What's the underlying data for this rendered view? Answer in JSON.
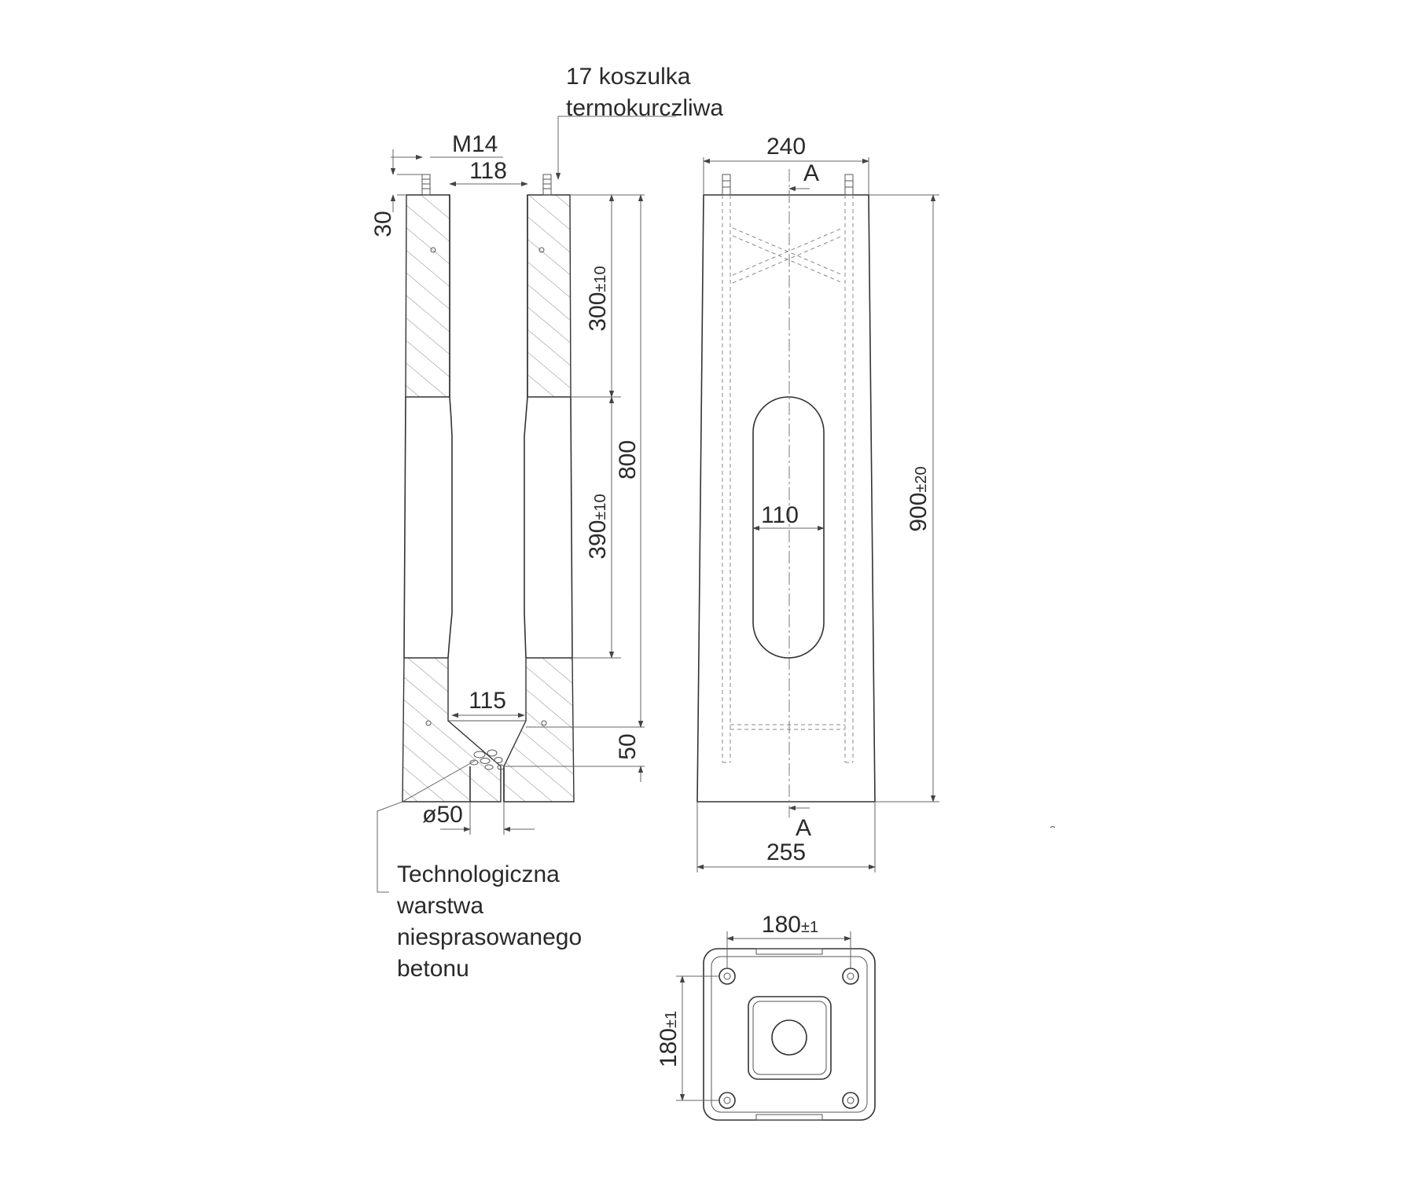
{
  "labels": {
    "sleeve_line1": "17 koszulka",
    "sleeve_line2": "termokurczliwa",
    "thread": "M14",
    "inner_top": "118",
    "bolt_height": "30",
    "upper_len": "300",
    "upper_tol": "±10",
    "mid_len": "390",
    "mid_tol": "±10",
    "total_inner": "800",
    "bottom_offset": "50",
    "inner_bottom": "115",
    "drain_dia": "ø50",
    "note_line1": "Technologiczna",
    "note_line2": "warstwa",
    "note_line3": "niesprasowanego",
    "note_line4": "betonu",
    "top_width": "240",
    "section_top": "A",
    "section_bottom": "A",
    "bottom_width": "255",
    "slot_width": "110",
    "height_total": "900",
    "height_tol": "±20",
    "bolt_spacing_h": "180",
    "bolt_spacing_h_tol": "±1",
    "bolt_spacing_v": "180",
    "bolt_spacing_v_tol": "±1"
  }
}
